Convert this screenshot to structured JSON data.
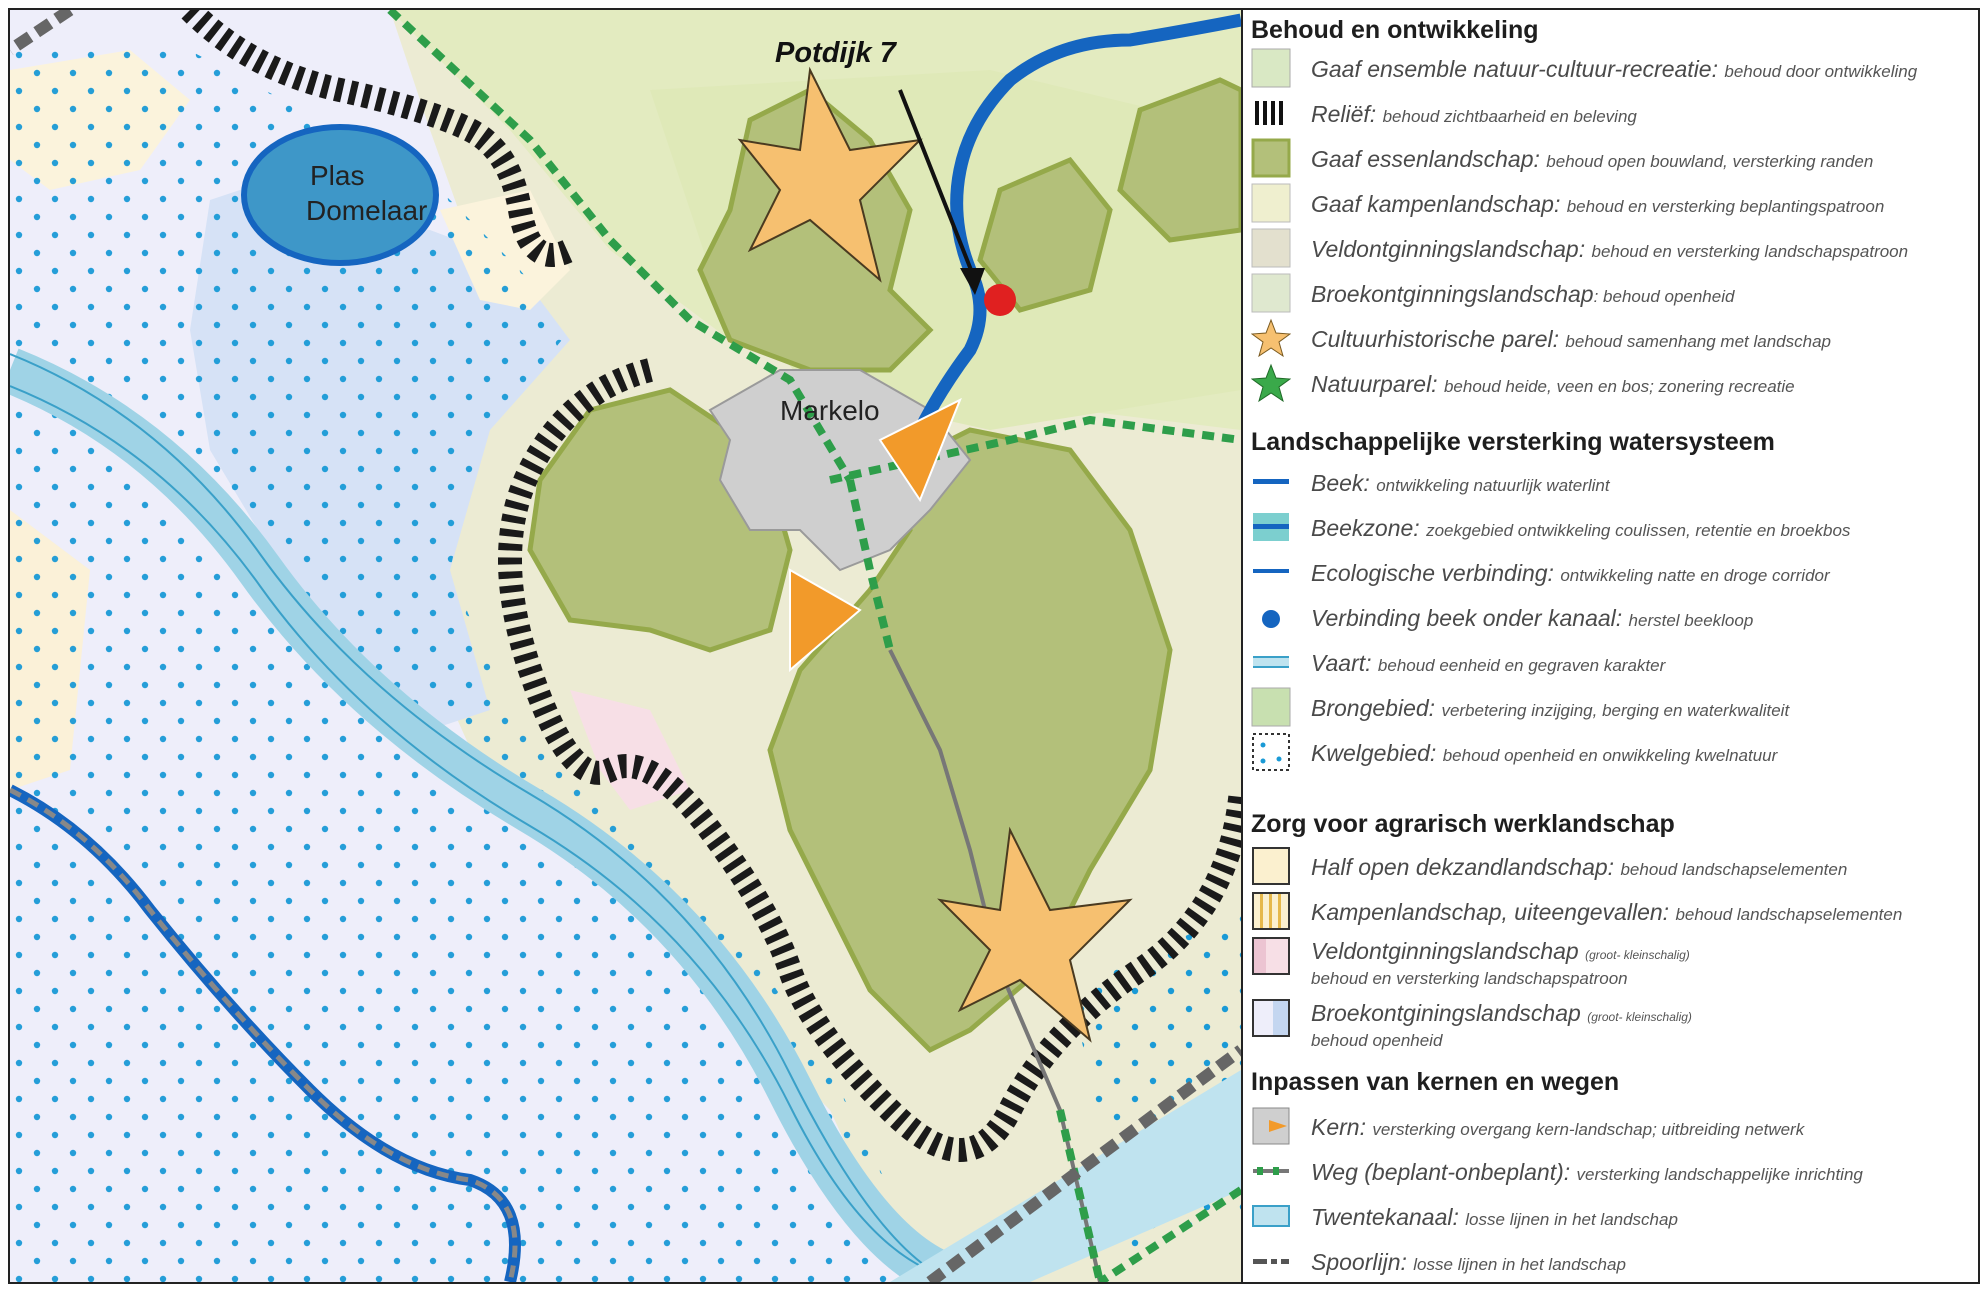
{
  "map": {
    "labels": {
      "potdijk": "Potdijk 7",
      "plas_line1": "Plas",
      "plas_line2": "Domelaar",
      "markelo": "Markelo"
    }
  },
  "legend": {
    "sections": [
      {
        "title": "Behoud en ontwikkeling",
        "items": [
          {
            "label": "Gaaf ensemble natuur-cultuur-recreatie:",
            "desc": "behoud door ontwikkeling",
            "icon": "light-green-square"
          },
          {
            "label": "Reliëf:",
            "desc": "behoud zichtbaarheid en beleving",
            "icon": "hatched-bar"
          },
          {
            "label": "Gaaf essenlandschap:",
            "desc": "behoud open bouwland, versterking randen",
            "icon": "olive-square"
          },
          {
            "label": "Gaaf kampenlandschap:",
            "desc": "behoud en versterking beplantingspatroon",
            "icon": "pale-yellow-square"
          },
          {
            "label": "Veldontginningslandschap:",
            "desc": "behoud en versterking landschapspatroon",
            "icon": "beige-square"
          },
          {
            "label": "Broekontginningslandschap",
            "desc": ": behoud openheid",
            "icon": "pale-green-square"
          },
          {
            "label": "Cultuurhistorische parel:",
            "desc": "behoud samenhang met landschap",
            "icon": "orange-star"
          },
          {
            "label": "Natuurparel:",
            "desc": "behoud heide, veen en bos; zonering recreatie",
            "icon": "green-star"
          }
        ]
      },
      {
        "title": "Landschappelijke versterking watersysteem",
        "items": [
          {
            "label": "Beek:",
            "desc": "ontwikkeling natuurlijk waterlint",
            "icon": "blue-line"
          },
          {
            "label": "Beekzone:",
            "desc": "zoekgebied ontwikkeling coulissen, retentie en broekbos",
            "icon": "teal-band"
          },
          {
            "label": "Ecologische verbinding:",
            "desc": "ontwikkeling natte en droge corridor",
            "icon": "blue-line-short"
          },
          {
            "label": "Verbinding beek onder kanaal:",
            "desc": "herstel beekloop",
            "icon": "blue-dot"
          },
          {
            "label": "Vaart:",
            "desc": "behoud eenheid en gegraven karakter",
            "icon": "double-blue-line"
          },
          {
            "label": "Brongebied:",
            "desc": "verbetering inzijging, berging en waterkwaliteit",
            "icon": "light-green-square"
          },
          {
            "label": "Kwelgebied:",
            "desc": "behoud openheid en onwikkeling kwelnatuur",
            "icon": "dotted-square"
          }
        ]
      },
      {
        "title": "Zorg voor agrarisch werklandschap",
        "items": [
          {
            "label": "Half open dekzandlandschap:",
            "desc": "behoud landschapselementen",
            "icon": "cream-square"
          },
          {
            "label": "Kampenlandschap, uiteengevallen:",
            "desc": "behoud landschapselementen",
            "icon": "striped-square"
          },
          {
            "label": "Veldontginningslandschap",
            "desc": "(groot- kleinschalig)",
            "desc2": "behoud en versterking landschapspatroon",
            "icon": "pink-square"
          },
          {
            "label": "Broekontginingslandschap",
            "desc": "(groot- kleinschalig)",
            "desc2": "behoud openheid",
            "icon": "blue-split-square"
          }
        ]
      },
      {
        "title": "Inpassen van kernen en wegen",
        "items": [
          {
            "label": "Kern:",
            "desc": "versterking overgang kern-landschap; uitbreiding netwerk",
            "icon": "gray-square-orange-arrow"
          },
          {
            "label": "Weg (beplant-onbeplant):",
            "desc": "versterking landschappelijke inrichting",
            "icon": "green-dashed-line"
          },
          {
            "label": "Twentekanaal:",
            "desc": "losse lijnen in het landschap",
            "icon": "canal-square"
          },
          {
            "label": "Spoorlijn:",
            "desc": "losse lijnen in het landschap",
            "icon": "rail-line"
          }
        ]
      }
    ]
  },
  "colors": {
    "relief": "#1a1a1a",
    "beek": "#1565c0",
    "essen": "#b3c07a",
    "ensemble": "#d9e8c4",
    "star": "#f6c070",
    "arrow": "#f29a2a",
    "kern": "#cfcfcf",
    "canal": "#bfe3ef",
    "kwel_dot": "#1a9ad6",
    "road": "#2e9e4a",
    "marker": "#e02020"
  }
}
